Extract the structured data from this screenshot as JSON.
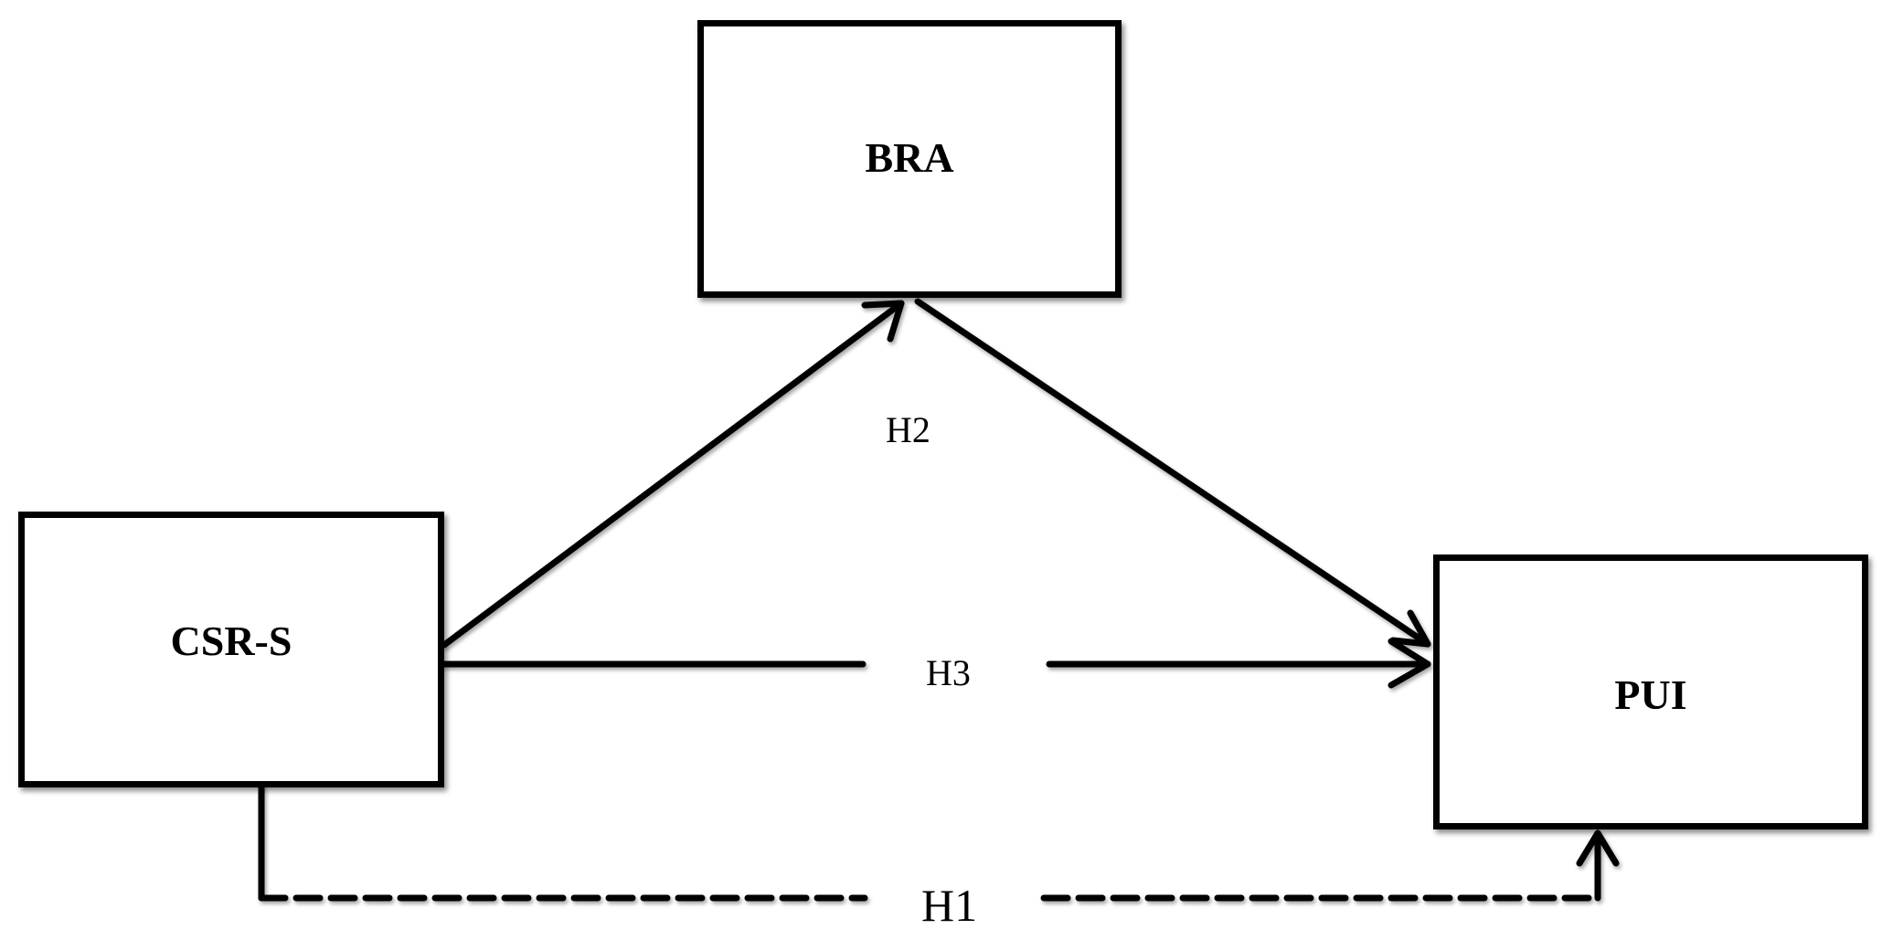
{
  "nodes": {
    "bra": "BRA",
    "csrs": "CSR-S",
    "pui": "PUI"
  },
  "hypotheses": {
    "h1": "H1",
    "h2": "H2",
    "h3": "H3"
  },
  "edges": [
    {
      "from": "CSR-S",
      "to": "BRA",
      "style": "solid"
    },
    {
      "from": "BRA",
      "to": "PUI",
      "style": "solid"
    },
    {
      "from": "CSR-S",
      "to": "PUI",
      "style": "solid",
      "label": "H3"
    },
    {
      "from": "CSR-S",
      "to": "PUI",
      "style": "dashed",
      "label": "H1"
    }
  ]
}
